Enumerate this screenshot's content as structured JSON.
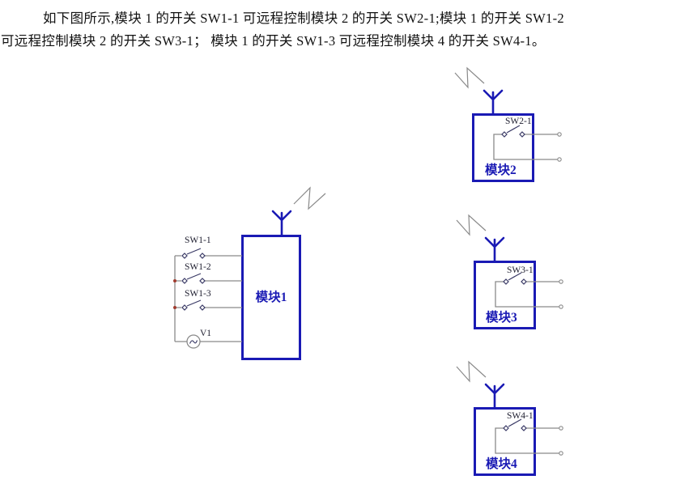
{
  "paragraph": {
    "line1": "如下图所示,模块 1 的开关 SW1-1 可远程控制模块 2 的开关 SW2-1;模块 1 的开关 SW1-2",
    "line2": "可远程控制模块 2 的开关 SW3-1； 模块 1 的开关 SW1-3 可远程控制模块 4 的开关 SW4-1。"
  },
  "diagram": {
    "colors": {
      "module_outline": "#1a1ab4",
      "wire": "#8a8a8a",
      "switch_stroke": "#3a3a66",
      "junction_dot": "#a03b2e",
      "label_text": "#222233"
    },
    "icons": {
      "antenna": "antenna-icon",
      "signal": "rf-signal-zigzag-icon",
      "terminal": "open-terminal-circle-icon",
      "source": "ac-source-icon"
    },
    "module1": {
      "label": "模块1",
      "switches": [
        "SW1-1",
        "SW1-2",
        "SW1-3"
      ],
      "source_label": "V1"
    },
    "module2": {
      "label": "模块2",
      "switch": "SW2-1"
    },
    "module3": {
      "label": "模块3",
      "switch": "SW3-1"
    },
    "module4": {
      "label": "模块4",
      "switch": "SW4-1"
    }
  }
}
